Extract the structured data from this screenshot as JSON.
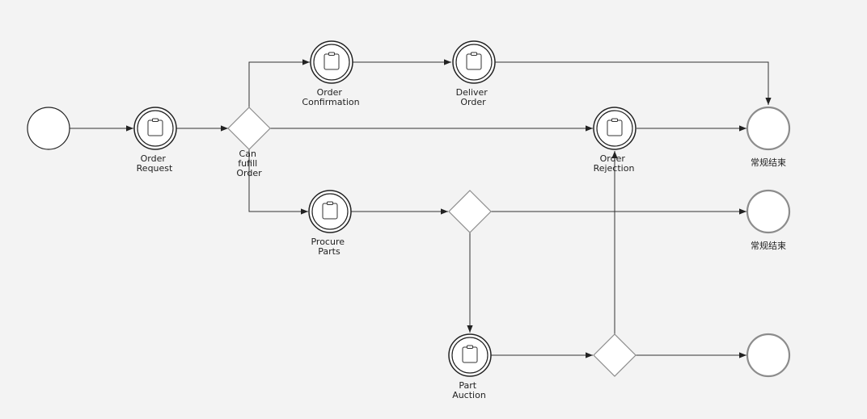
{
  "nodes": {
    "start_event": {
      "label": ""
    },
    "order_request": {
      "label": [
        "Order",
        "Request"
      ]
    },
    "can_fulfill_gateway": {
      "label": [
        "Can",
        "fufill",
        "Order"
      ]
    },
    "order_confirmation": {
      "label": [
        "Order",
        "Confirmation"
      ]
    },
    "deliver_order": {
      "label": [
        "Deliver",
        "Order"
      ]
    },
    "order_rejection": {
      "label": [
        "Order",
        "Rejection"
      ]
    },
    "procure_parts": {
      "label": [
        "Procure",
        "Parts"
      ]
    },
    "parts_gateway": {
      "label": ""
    },
    "part_auction": {
      "label": [
        "Part",
        "Auction"
      ]
    },
    "auction_gateway": {
      "label": ""
    },
    "end_event_1": {
      "label": [
        "常规结束"
      ]
    },
    "end_event_2": {
      "label": [
        "常规结束"
      ]
    },
    "end_event_3": {
      "label": ""
    }
  },
  "colors": {
    "background": "#f3f3f3",
    "stroke": "#222222",
    "gateway_stroke": "#8c8c8c"
  }
}
